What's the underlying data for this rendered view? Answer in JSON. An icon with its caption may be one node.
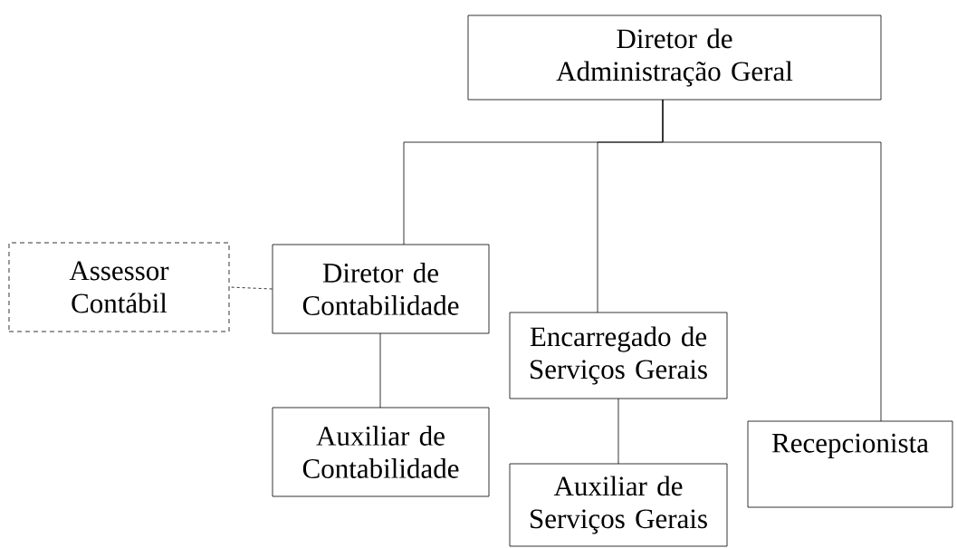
{
  "diagram": {
    "nodes": [
      {
        "text": [
          "Diretor de Administração Geral"
        ]
      },
      {
        "text": [
          "Assessor Contábil"
        ]
      },
      {
        "text": [
          "Diretor de Contabilidade"
        ]
      },
      {
        "text": [
          "Auxiliar de Contabilidade"
        ]
      },
      {
        "text": [
          "Encarregado de Serviços Gerais"
        ]
      },
      {
        "text": [
          "Auxiliar de Serviços Gerais"
        ]
      },
      {
        "text": [
          "Recepcionista"
        ]
      }
    ],
    "edges": [
      {
        "from": 0,
        "to": 2,
        "arrow": "none"
      },
      {
        "from": 0,
        "to": 4,
        "arrow": "none"
      },
      {
        "from": 0,
        "to": 6,
        "arrow": "none"
      },
      {
        "from": 2,
        "to": 1,
        "arrow": "none",
        "style": "dashed"
      },
      {
        "from": 2,
        "to": 3,
        "arrow": "none"
      },
      {
        "from": 4,
        "to": 5,
        "arrow": "none"
      }
    ]
  }
}
